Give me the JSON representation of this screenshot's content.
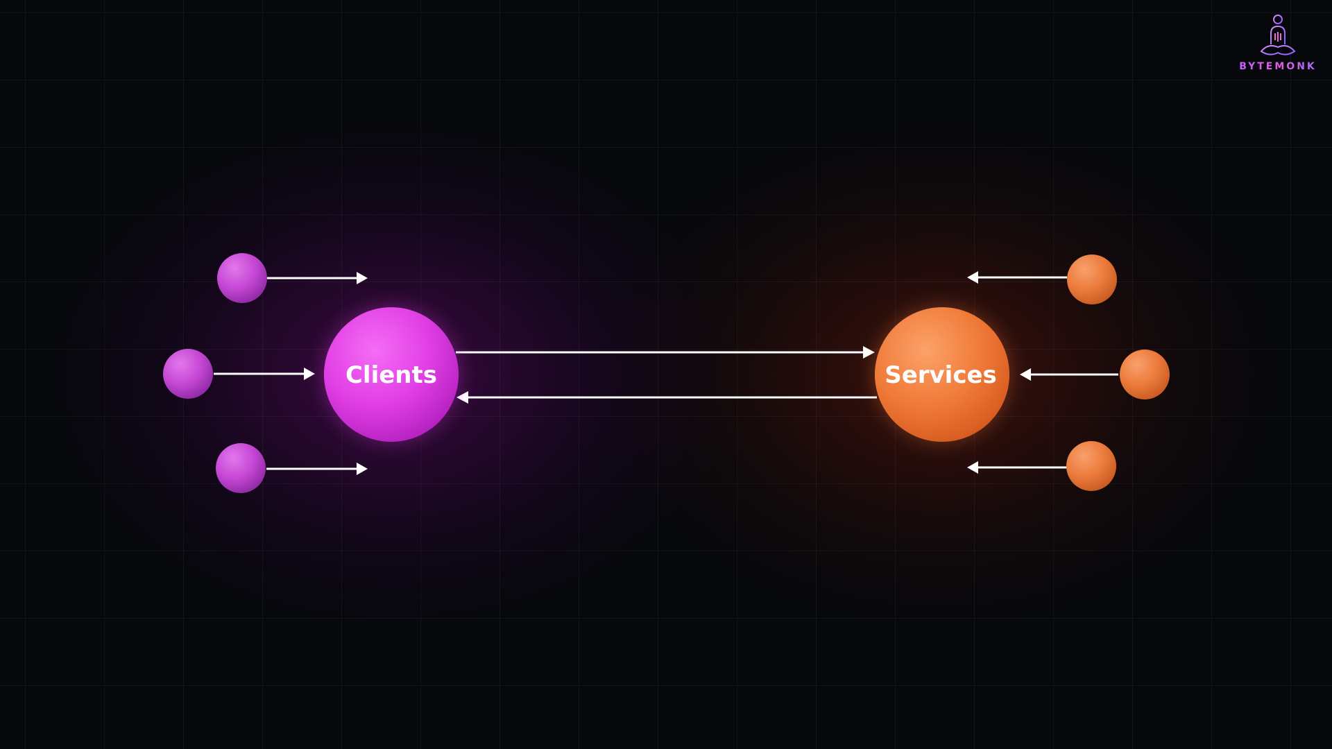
{
  "diagram": {
    "clients_label": "Clients",
    "services_label": "Services",
    "clients_color": "#e040e6",
    "services_color": "#f07a38",
    "arrow_color": "#ffffff"
  },
  "logo": {
    "text": "BYTEMONK",
    "icon": "meditating-monk-icon"
  }
}
